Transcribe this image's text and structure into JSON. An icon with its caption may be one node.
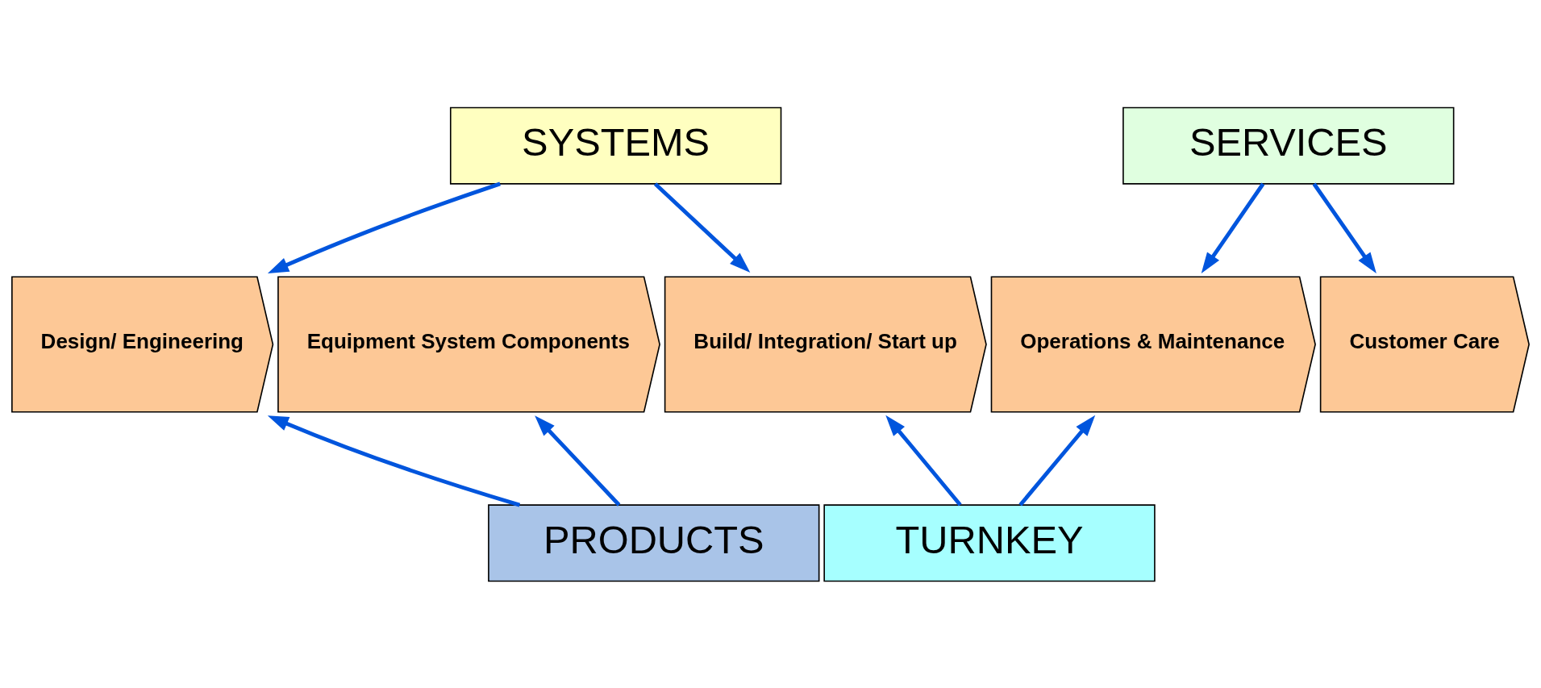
{
  "diagram": {
    "nodes": [
      {
        "text": [
          "SYSTEMS"
        ]
      },
      {
        "text": [
          "SERVICES"
        ]
      },
      {
        "text": [
          "Design/ Engineering"
        ]
      },
      {
        "text": [
          "Equipment System Components"
        ]
      },
      {
        "text": [
          "Build/ Integration/ Start up"
        ]
      },
      {
        "text": [
          "Operations & Maintenance"
        ]
      },
      {
        "text": [
          "Customer Care"
        ]
      },
      {
        "text": [
          "PRODUCTS"
        ]
      },
      {
        "text": [
          "TURNKEY"
        ]
      }
    ],
    "edges": [
      {
        "from": 0,
        "to": 2,
        "arrow": "to"
      },
      {
        "from": 0,
        "to": 4,
        "arrow": "to"
      },
      {
        "from": 1,
        "to": 5,
        "arrow": "to"
      },
      {
        "from": 1,
        "to": 6,
        "arrow": "to"
      },
      {
        "from": 7,
        "to": 2,
        "arrow": "to"
      },
      {
        "from": 7,
        "to": 3,
        "arrow": "to"
      },
      {
        "from": 8,
        "to": 4,
        "arrow": "to"
      },
      {
        "from": 8,
        "to": 5,
        "arrow": "to"
      }
    ]
  }
}
